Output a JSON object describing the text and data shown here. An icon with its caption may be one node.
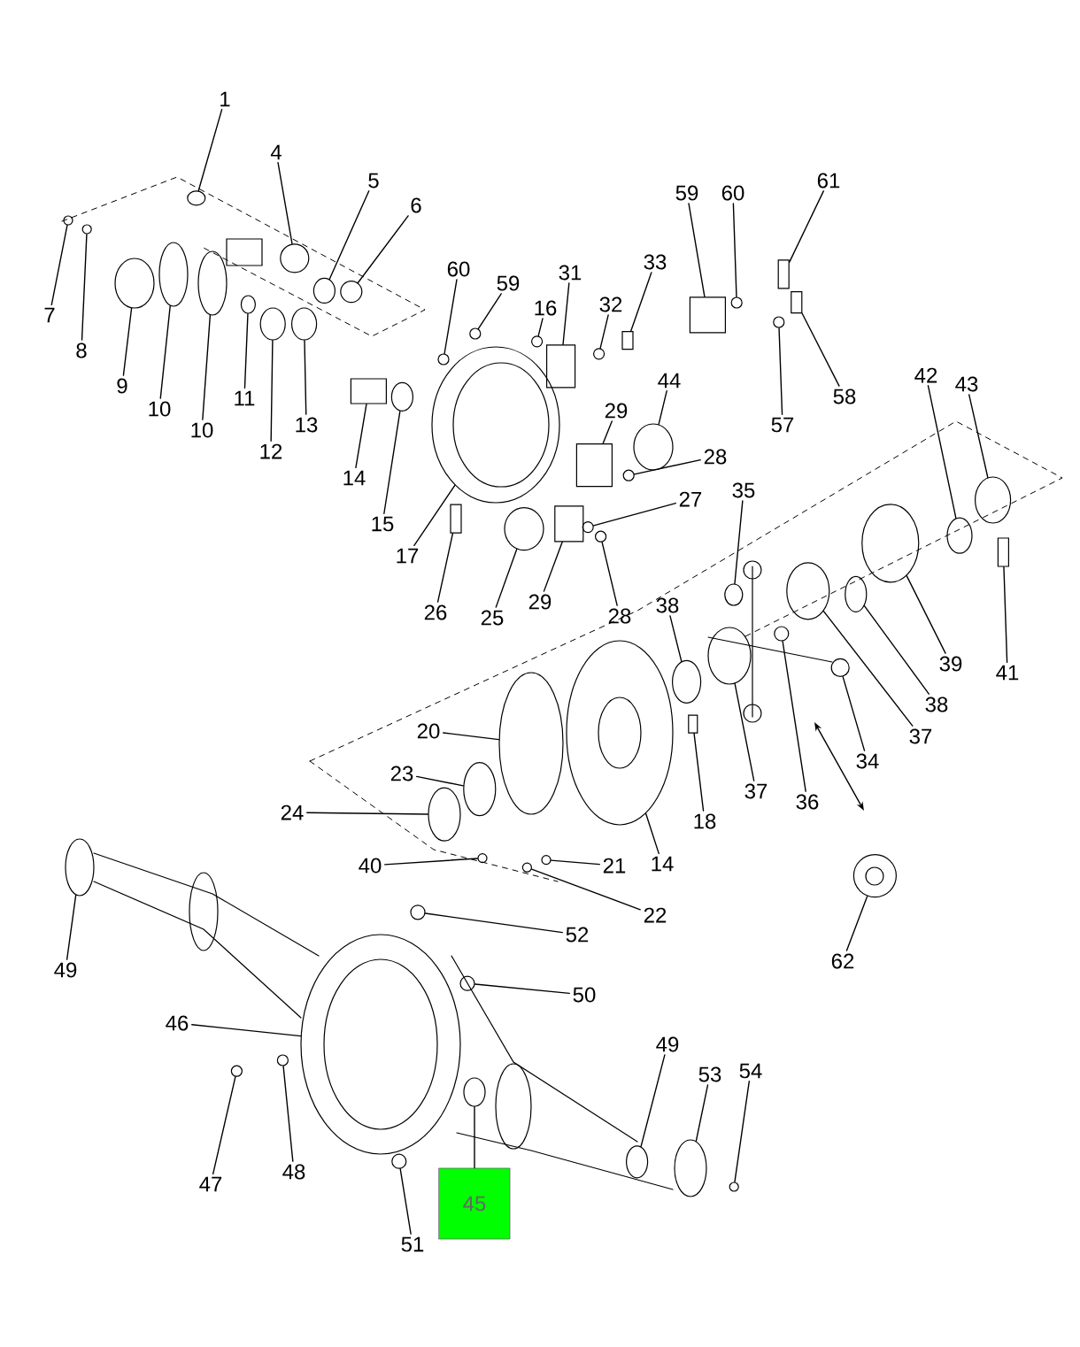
{
  "diagram": {
    "nodes": [
      {
        "text": [
          "1"
        ]
      },
      {
        "text": [
          "4"
        ]
      },
      {
        "text": [
          "5"
        ]
      },
      {
        "text": [
          "6"
        ]
      },
      {
        "text": [
          "7"
        ]
      },
      {
        "text": [
          "8"
        ]
      },
      {
        "text": [
          "9"
        ]
      },
      {
        "text": [
          "10"
        ]
      },
      {
        "text": [
          "10"
        ]
      },
      {
        "text": [
          "11"
        ]
      },
      {
        "text": [
          "12"
        ]
      },
      {
        "text": [
          "13"
        ]
      },
      {
        "text": [
          "14"
        ]
      },
      {
        "text": [
          "15"
        ]
      },
      {
        "text": [
          "17"
        ]
      },
      {
        "text": [
          "26"
        ]
      },
      {
        "text": [
          "25"
        ]
      },
      {
        "text": [
          "29"
        ]
      },
      {
        "text": [
          "60"
        ]
      },
      {
        "text": [
          "59"
        ]
      },
      {
        "text": [
          "16"
        ]
      },
      {
        "text": [
          "31"
        ]
      },
      {
        "text": [
          "32"
        ]
      },
      {
        "text": [
          "33"
        ]
      },
      {
        "text": [
          "59"
        ]
      },
      {
        "text": [
          "60"
        ]
      },
      {
        "text": [
          "61"
        ]
      },
      {
        "text": [
          "57"
        ]
      },
      {
        "text": [
          "58"
        ]
      },
      {
        "text": [
          "44"
        ]
      },
      {
        "text": [
          "29"
        ]
      },
      {
        "text": [
          "28"
        ]
      },
      {
        "text": [
          "27"
        ]
      },
      {
        "text": [
          "28"
        ]
      },
      {
        "text": [
          "35"
        ]
      },
      {
        "text": [
          "42"
        ]
      },
      {
        "text": [
          "43"
        ]
      },
      {
        "text": [
          "39"
        ]
      },
      {
        "text": [
          "41"
        ]
      },
      {
        "text": [
          "38"
        ]
      },
      {
        "text": [
          "37"
        ]
      },
      {
        "text": [
          "34"
        ]
      },
      {
        "text": [
          "36"
        ]
      },
      {
        "text": [
          "37"
        ]
      },
      {
        "text": [
          "38"
        ]
      },
      {
        "text": [
          "18"
        ]
      },
      {
        "text": [
          "14"
        ]
      },
      {
        "text": [
          "20"
        ]
      },
      {
        "text": [
          "23"
        ]
      },
      {
        "text": [
          "24"
        ]
      },
      {
        "text": [
          "40"
        ]
      },
      {
        "text": [
          "21"
        ]
      },
      {
        "text": [
          "22"
        ]
      },
      {
        "text": [
          "49"
        ]
      },
      {
        "text": [
          "52"
        ]
      },
      {
        "text": [
          "50"
        ]
      },
      {
        "text": [
          "46"
        ]
      },
      {
        "text": [
          "47"
        ]
      },
      {
        "text": [
          "48"
        ]
      },
      {
        "text": [
          "45"
        ]
      },
      {
        "text": [
          "51"
        ]
      },
      {
        "text": [
          "49"
        ]
      },
      {
        "text": [
          "53"
        ]
      },
      {
        "text": [
          "54"
        ]
      },
      {
        "text": [
          "62"
        ]
      },
      {
        "text": [],
        "shape": "circle"
      },
      {
        "text": [],
        "shape": "circle"
      },
      {
        "text": [],
        "shape": "circle"
      },
      {
        "text": [],
        "shape": "circle"
      },
      {
        "text": [],
        "shape": "circle"
      },
      {
        "text": [],
        "shape": "circle"
      },
      {
        "text": [],
        "shape": "circle"
      },
      {
        "text": [],
        "shape": "circle"
      },
      {
        "text": [],
        "shape": "circle"
      },
      {
        "text": [],
        "shape": "circle"
      },
      {
        "text": [],
        "shape": "circle"
      },
      {
        "text": [],
        "shape": "circle"
      },
      {
        "text": [],
        "shape": "box"
      },
      {
        "text": [],
        "shape": "circle"
      },
      {
        "text": [],
        "shape": "circle"
      },
      {
        "text": [],
        "shape": "box"
      },
      {
        "text": [],
        "shape": "circle"
      },
      {
        "text": [],
        "shape": "box"
      },
      {
        "text": [],
        "shape": "circle"
      },
      {
        "text": [],
        "shape": "circle"
      },
      {
        "text": [],
        "shape": "circle"
      },
      {
        "text": [],
        "shape": "box"
      },
      {
        "text": [],
        "shape": "circle"
      },
      {
        "text": [],
        "shape": "box"
      },
      {
        "text": [],
        "shape": "box"
      },
      {
        "text": [],
        "shape": "circle"
      },
      {
        "text": [],
        "shape": "box"
      },
      {
        "text": [],
        "shape": "circle"
      },
      {
        "text": [],
        "shape": "box"
      },
      {
        "text": [],
        "shape": "circle"
      },
      {
        "text": [],
        "shape": "box"
      },
      {
        "text": [],
        "shape": "circle"
      },
      {
        "text": [],
        "shape": "circle"
      },
      {
        "text": [],
        "shape": "circle"
      },
      {
        "text": [],
        "shape": "circle"
      },
      {
        "text": [],
        "shape": "circle"
      },
      {
        "text": [],
        "shape": "circle"
      },
      {
        "text": [],
        "shape": "circle"
      },
      {
        "text": [],
        "shape": "box"
      },
      {
        "text": [],
        "shape": "circle"
      },
      {
        "text": [],
        "shape": "circle"
      },
      {
        "text": [],
        "shape": "circle"
      },
      {
        "text": [],
        "shape": "circle"
      },
      {
        "text": [],
        "shape": "circle"
      },
      {
        "text": [],
        "shape": "circle"
      },
      {
        "text": [],
        "shape": "box"
      },
      {
        "text": [],
        "shape": "circle"
      },
      {
        "text": [],
        "shape": "circle"
      },
      {
        "text": [],
        "shape": "circle"
      },
      {
        "text": [],
        "shape": "circle"
      },
      {
        "text": [],
        "shape": "circle"
      },
      {
        "text": [],
        "shape": "circle"
      },
      {
        "text": [],
        "shape": "circle"
      },
      {
        "text": [],
        "shape": "circle"
      },
      {
        "text": [],
        "shape": "circle"
      },
      {
        "text": [],
        "shape": "circle"
      },
      {
        "text": [],
        "shape": "circle"
      },
      {
        "text": [],
        "shape": "circle"
      },
      {
        "text": [],
        "shape": "circle"
      },
      {
        "text": [],
        "shape": "circle"
      },
      {
        "text": [],
        "shape": "circle"
      },
      {
        "text": [],
        "shape": "circle"
      },
      {
        "text": [],
        "shape": "circle"
      },
      {
        "text": [],
        "shape": "circle"
      },
      {
        "text": [],
        "shape": "circle"
      }
    ],
    "edges": [
      {
        "from": 0,
        "to": 65,
        "arrow": "none"
      },
      {
        "from": 1,
        "to": 66,
        "arrow": "none"
      },
      {
        "from": 2,
        "to": 67,
        "arrow": "none"
      },
      {
        "from": 3,
        "to": 68,
        "arrow": "none"
      },
      {
        "from": 4,
        "to": 69,
        "arrow": "none"
      },
      {
        "from": 5,
        "to": 70,
        "arrow": "none"
      },
      {
        "from": 6,
        "to": 71,
        "arrow": "none"
      },
      {
        "from": 7,
        "to": 72,
        "arrow": "none"
      },
      {
        "from": 8,
        "to": 73,
        "arrow": "none"
      },
      {
        "from": 9,
        "to": 74,
        "arrow": "none"
      },
      {
        "from": 10,
        "to": 75,
        "arrow": "none"
      },
      {
        "from": 11,
        "to": 76,
        "arrow": "none"
      },
      {
        "from": 12,
        "to": 77,
        "arrow": "none"
      },
      {
        "from": 13,
        "to": 78,
        "arrow": "none"
      },
      {
        "from": 14,
        "to": 79,
        "arrow": "none"
      },
      {
        "from": 15,
        "to": 80,
        "arrow": "none"
      },
      {
        "from": 16,
        "to": 81,
        "arrow": "none"
      },
      {
        "from": 17,
        "to": 82,
        "arrow": "none"
      },
      {
        "from": 18,
        "to": 83,
        "arrow": "none"
      },
      {
        "from": 19,
        "to": 84,
        "arrow": "none"
      },
      {
        "from": 20,
        "to": 85,
        "arrow": "none"
      },
      {
        "from": 21,
        "to": 86,
        "arrow": "none"
      },
      {
        "from": 22,
        "to": 87,
        "arrow": "none"
      },
      {
        "from": 23,
        "to": 88,
        "arrow": "none"
      },
      {
        "from": 24,
        "to": 89,
        "arrow": "none"
      },
      {
        "from": 25,
        "to": 90,
        "arrow": "none"
      },
      {
        "from": 26,
        "to": 91,
        "arrow": "none"
      },
      {
        "from": 27,
        "to": 92,
        "arrow": "none"
      },
      {
        "from": 28,
        "to": 93,
        "arrow": "none"
      },
      {
        "from": 29,
        "to": 94,
        "arrow": "none"
      },
      {
        "from": 30,
        "to": 95,
        "arrow": "none"
      },
      {
        "from": 31,
        "to": 96,
        "arrow": "none"
      },
      {
        "from": 32,
        "to": 97,
        "arrow": "none"
      },
      {
        "from": 33,
        "to": 98,
        "arrow": "none"
      },
      {
        "from": 34,
        "to": 99,
        "arrow": "none"
      },
      {
        "from": 35,
        "to": 100,
        "arrow": "none"
      },
      {
        "from": 36,
        "to": 101,
        "arrow": "none"
      },
      {
        "from": 37,
        "to": 102,
        "arrow": "none"
      },
      {
        "from": 38,
        "to": 103,
        "arrow": "none"
      },
      {
        "from": 39,
        "to": 104,
        "arrow": "none"
      },
      {
        "from": 40,
        "to": 105,
        "arrow": "none"
      },
      {
        "from": 41,
        "to": 106,
        "arrow": "none"
      },
      {
        "from": 42,
        "to": 107,
        "arrow": "none"
      },
      {
        "from": 43,
        "to": 108,
        "arrow": "none"
      },
      {
        "from": 44,
        "to": 109,
        "arrow": "none"
      },
      {
        "from": 45,
        "to": 110,
        "arrow": "none"
      },
      {
        "from": 46,
        "to": 111,
        "arrow": "none"
      },
      {
        "from": 47,
        "to": 112,
        "arrow": "none"
      },
      {
        "from": 48,
        "to": 113,
        "arrow": "none"
      },
      {
        "from": 49,
        "to": 114,
        "arrow": "none"
      },
      {
        "from": 50,
        "to": 115,
        "arrow": "none"
      },
      {
        "from": 51,
        "to": 116,
        "arrow": "none"
      },
      {
        "from": 52,
        "to": 117,
        "arrow": "none"
      },
      {
        "from": 53,
        "to": 118,
        "arrow": "none"
      },
      {
        "from": 54,
        "to": 119,
        "arrow": "none"
      },
      {
        "from": 55,
        "to": 120,
        "arrow": "none"
      },
      {
        "from": 56,
        "to": 121,
        "arrow": "none"
      },
      {
        "from": 57,
        "to": 122,
        "arrow": "none"
      },
      {
        "from": 58,
        "to": 123,
        "arrow": "none"
      },
      {
        "from": 59,
        "to": 124,
        "arrow": "none"
      },
      {
        "from": 60,
        "to": 125,
        "arrow": "none"
      },
      {
        "from": 61,
        "to": 126,
        "arrow": "none"
      },
      {
        "from": 62,
        "to": 127,
        "arrow": "none"
      },
      {
        "from": 63,
        "to": 128,
        "arrow": "none"
      },
      {
        "from": 64,
        "to": 129,
        "arrow": "none"
      }
    ]
  }
}
